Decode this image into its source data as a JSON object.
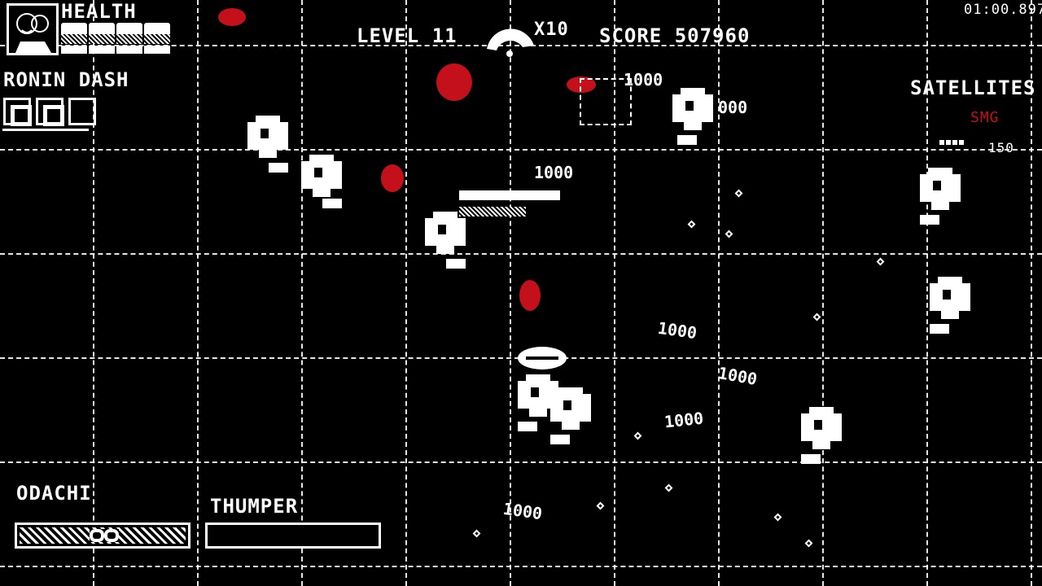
{
  "hud": {
    "health_label": "HEALTH",
    "health_segments": 4,
    "ability_label": "RONIN DASH",
    "ability_charges_filled": 2,
    "ability_charges_total": 3,
    "level_label": "LEVEL 11",
    "multiplier": "X10",
    "score_label": "SCORE 507960",
    "timer": "01:00.897",
    "satellites_label": "SATELLITES",
    "satellite_weapon": "SMG",
    "satellite_value": "150",
    "melee_weapon": "ODACHI",
    "ranged_weapon": "THUMPER",
    "ranged_ammo_fraction": 0
  },
  "popups": [
    "1000",
    "1000",
    "1000",
    "1000",
    "1000",
    "1000",
    "000"
  ],
  "colors": {
    "accent": "#c4101a",
    "fg": "#ffffff",
    "bg": "#000000"
  }
}
